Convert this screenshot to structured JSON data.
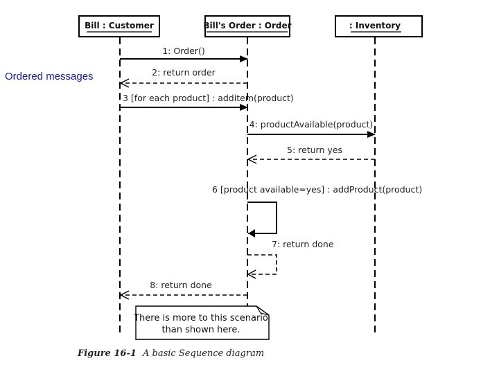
{
  "side_label": "Ordered messages",
  "lifelines": [
    {
      "name": "Bill : Customer"
    },
    {
      "name": "Bill's Order : Order"
    },
    {
      "name": ": Inventory"
    }
  ],
  "messages": [
    {
      "label": "1: Order()",
      "type": "sync",
      "from": 0,
      "to": 1
    },
    {
      "label": "2: return order",
      "type": "return",
      "from": 1,
      "to": 0
    },
    {
      "label": "3 [for each product] : additem(product)",
      "type": "sync",
      "from": 0,
      "to": 1
    },
    {
      "label": "4: productAvailable(product)",
      "type": "sync",
      "from": 1,
      "to": 2
    },
    {
      "label": "5: return yes",
      "type": "return",
      "from": 2,
      "to": 1
    },
    {
      "label": "6 [product available=yes] : addProduct(product)",
      "type": "self-sync",
      "from": 1,
      "to": 1
    },
    {
      "label": "7: return done",
      "type": "self-return",
      "from": 1,
      "to": 1
    },
    {
      "label": "8: return done",
      "type": "return",
      "from": 1,
      "to": 0
    }
  ],
  "note": {
    "line1": "There is more to this scenario",
    "line2": "than shown here."
  },
  "caption": {
    "figure": "Figure 16-1",
    "title": "A basic Sequence diagram"
  },
  "colors": {
    "side_label": "#1a1a9a",
    "lines": "#000000"
  }
}
